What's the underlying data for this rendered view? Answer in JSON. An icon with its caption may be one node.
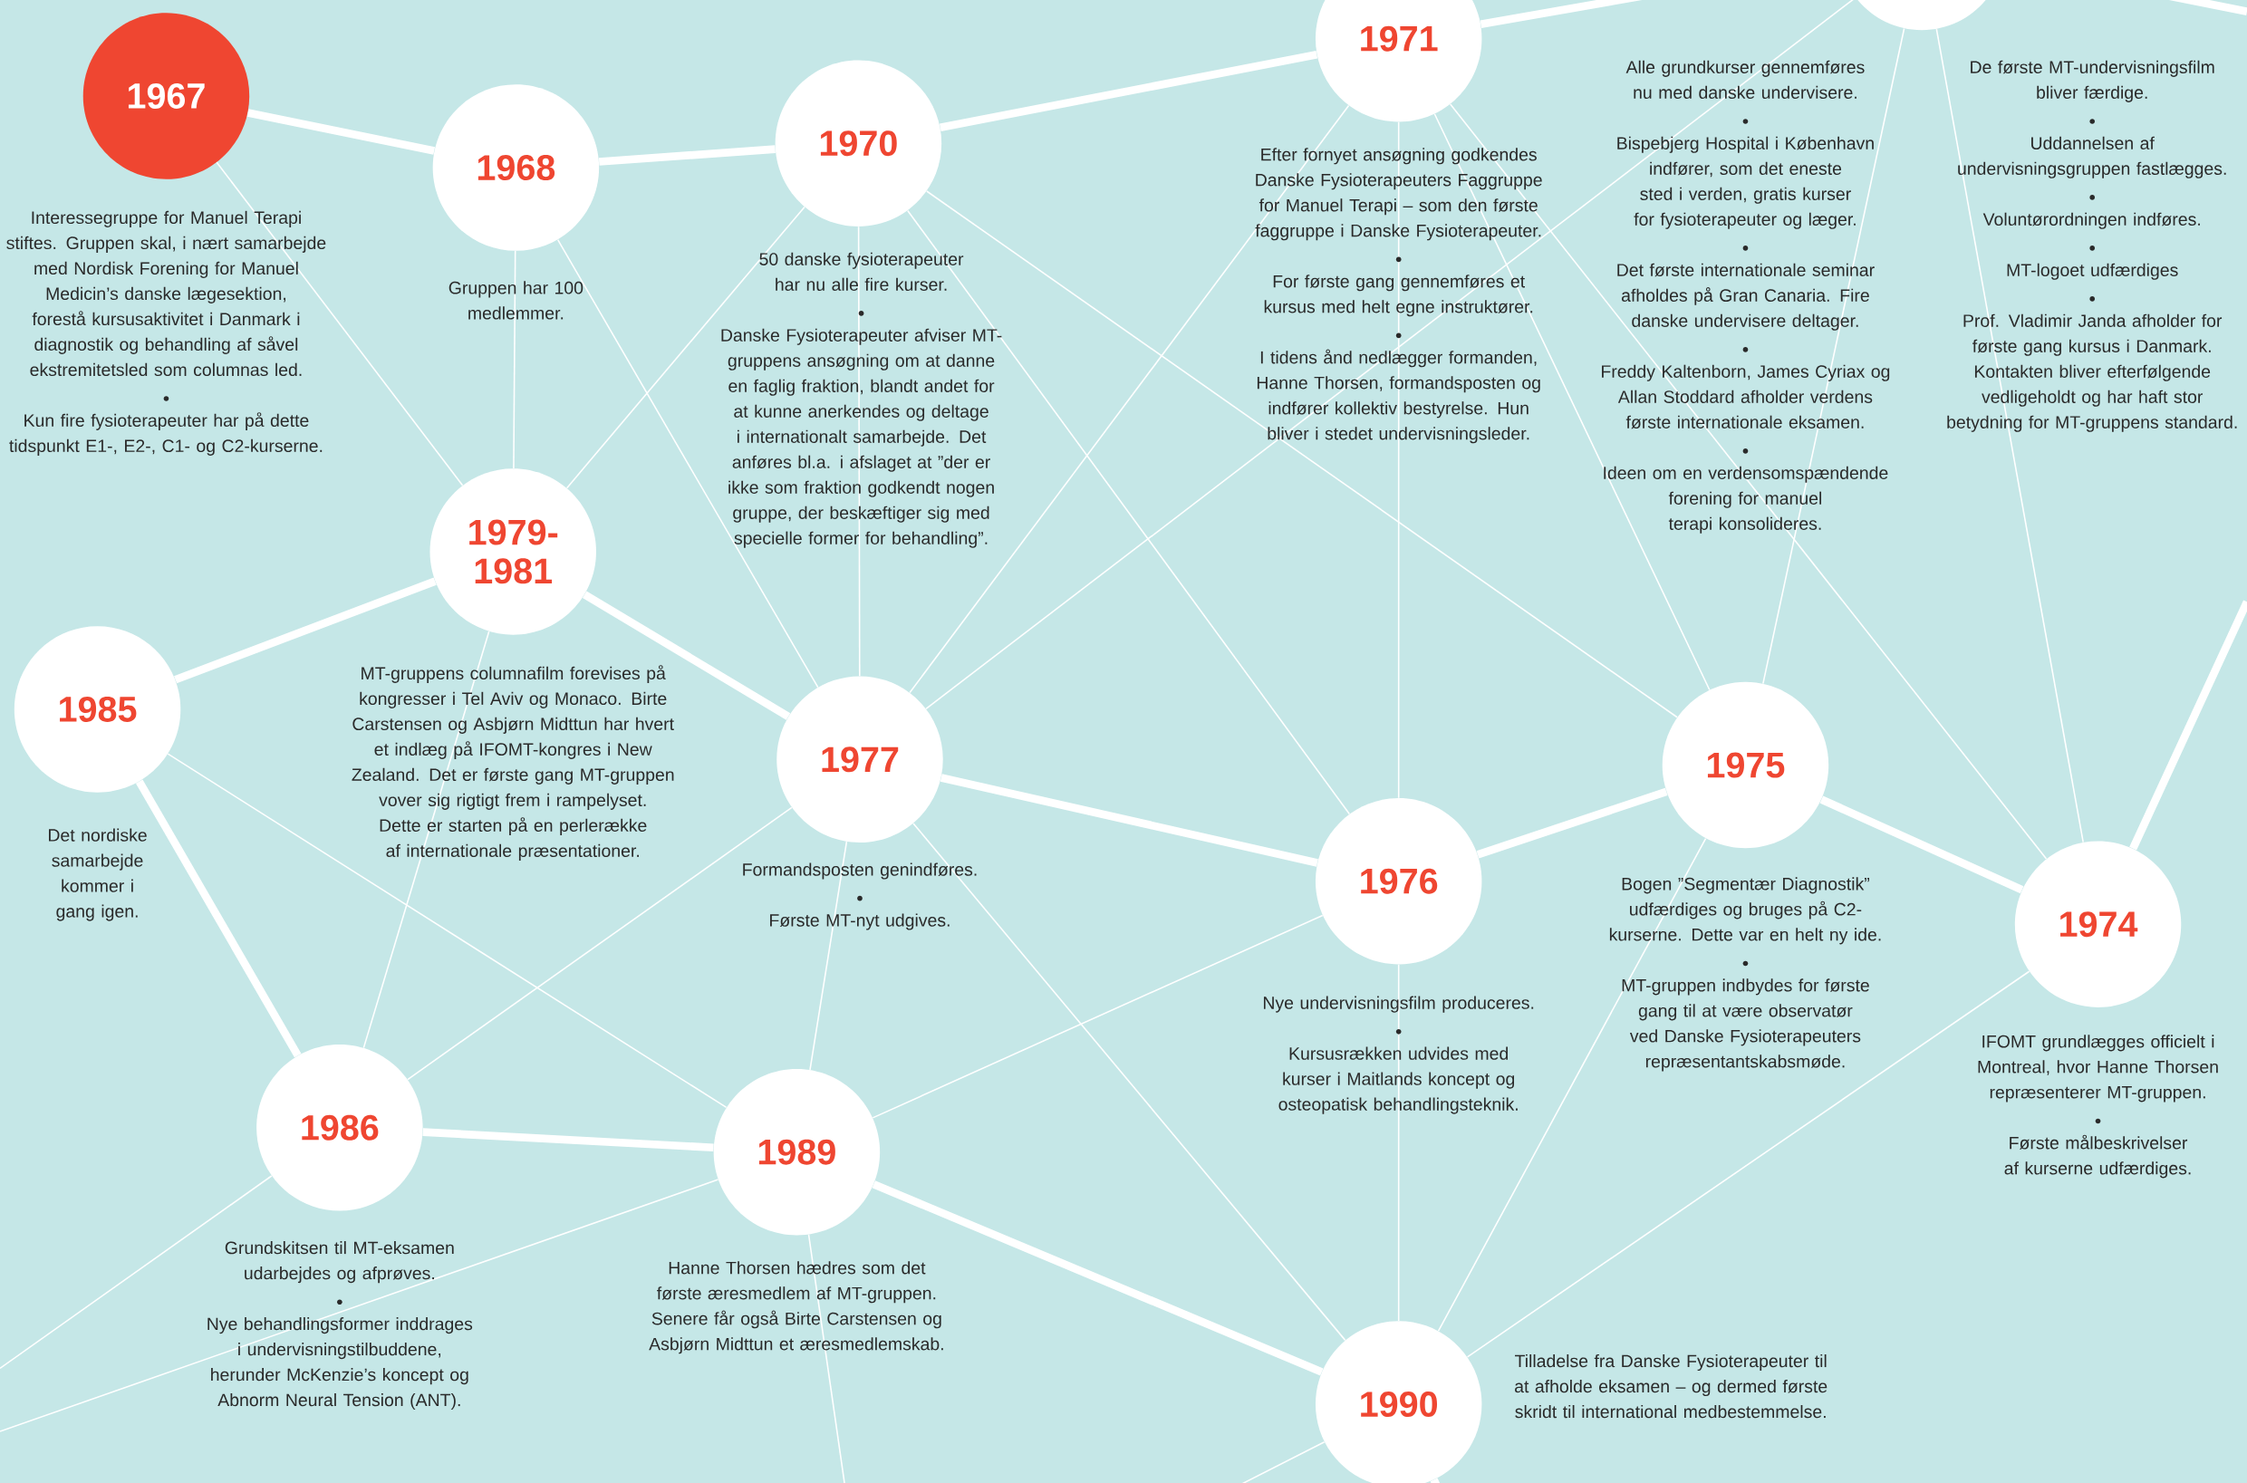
{
  "diagram": {
    "nodes": [
      {
        "text": [
          "1967"
        ],
        "beside": [
          "Interessegruppe for Manuel Terapi stiftes. Gruppen skal, i nært samarbejde med Nordisk Forening for Manuel Medicin’s danske lægesektion, forestå kursusaktivitet i Danmark i diagnostik og behandling af såvel ekstremitetsled som columnas led.",
          "Kun fire fysioterapeuter har på dette tidspunkt E1-, E2-, C1- og C2-kurserne."
        ]
      },
      {
        "text": [
          "1968"
        ],
        "beside": [
          "Gruppen har 100 medlemmer."
        ]
      },
      {
        "text": [
          "1970"
        ],
        "beside": [
          "50 danske fysioterapeuter har nu alle fire kurser.",
          "Danske Fysioterapeuter afviser MT-gruppens ansøgning om at danne en faglig fraktion, blandt andet for at kunne anerkendes og deltage i internationalt samarbejde. Det anføres bl.a. i afslaget at ”der er ikke som fraktion godkendt nogen gruppe, der beskæftiger sig med specielle former for behandling”."
        ]
      },
      {
        "text": [
          "1971"
        ],
        "beside": [
          "Efter fornyet ansøgning godkendes Danske Fysioterapeuters Faggruppe for Manuel Terapi – som den første faggruppe i Danske Fysioterapeuter.",
          "For første gang gennemføres et kursus med helt egne instruktører.",
          "I tidens ånd nedlægger formanden, Hanne Thorsen, formandsposten og indfører kollektiv bestyrelse. Hun bliver i stedet undervisningsleder."
        ]
      },
      {
        "text": [],
        "shape": "circle",
        "beside": [
          "Alle grundkurser gennemføres nu med danske undervisere.",
          "Bispebjerg Hospital i København indfører, som det eneste sted i verden, gratis kurser for fysioterapeuter og læger.",
          "Det første internationale seminar afholdes på Gran Canaria. Fire danske undervisere deltager.",
          "Freddy Kaltenborn, James Cyriax og Allan Stoddard afholder verdens første internationale eksamen.",
          "Ideen om en verdensomspændende forening for manuel terapi konsolideres."
        ]
      },
      {
        "text": [
          "1979-1981"
        ],
        "beside": [
          "MT-gruppens columnafilm forevises på kongresser i Tel Aviv og Monaco. Birte Carstensen og Asbjørn Midttun har hvert et indlæg på IFOMT-kongres i New Zealand. Det er første gang MT-gruppen vover sig rigtigt frem i rampelyset. Dette er starten på en perlerække af internationale præsentationer."
        ]
      },
      {
        "text": [
          "1985"
        ],
        "beside": [
          "Det nordiske samarbejde kommer i gang igen."
        ]
      },
      {
        "text": [
          "1977"
        ],
        "beside": [
          "Formandsposten genindføres.",
          "Første MT-nyt udgives."
        ]
      },
      {
        "text": [
          "1976"
        ],
        "beside": [
          "Nye undervisningsfilm produceres.",
          "Kursusrækken udvides med kurser i Maitlands koncept og osteopatisk behandlingsteknik."
        ]
      },
      {
        "text": [
          "1975"
        ],
        "beside": [
          "Bogen ”Segmentær Diagnostik” udfærdiges og bruges på C2-kurserne. Dette var en helt ny ide.",
          "MT-gruppen indbydes for første gang til at være observatør ved Danske Fysioterapeuters repræsentantskabsmøde."
        ]
      },
      {
        "text": [
          "1974"
        ],
        "beside": [
          "IFOMT grundlægges officielt i Montreal, hvor Hanne Thorsen repræsenterer MT-gruppen.",
          "Første målbeskrivelser af kurserne udfærdiges."
        ]
      },
      {
        "text": [
          "1986"
        ],
        "beside": [
          "Grundskitsen til MT-eksamen udarbejdes og afprøves.",
          "Nye behandlingsformer inddrages i undervisningstilbuddene, herunder McKenzie’s koncept og Abnorm Neural Tension (ANT)."
        ]
      },
      {
        "text": [
          "1989"
        ],
        "beside": [
          "Hanne Thorsen hædres som det første æresmedlem af MT-gruppen. Senere får også Birte Carstensen og Asbjørn Midttun et æresmedlemskab."
        ]
      },
      {
        "text": [
          "1990"
        ],
        "beside": [
          "Tilladelse fra Danske Fysioterapeuter til at afholde eksamen – og dermed første skridt til international medbestemmelse."
        ]
      }
    ],
    "edges": [
      {
        "from": 0,
        "to": 1,
        "arrow": "none",
        "style": "thick"
      },
      {
        "from": 1,
        "to": 2,
        "arrow": "none",
        "style": "thick"
      },
      {
        "from": 2,
        "to": 3,
        "arrow": "none",
        "style": "thick"
      },
      {
        "from": 3,
        "to": 4,
        "arrow": "none",
        "style": "thick"
      },
      {
        "from": 4,
        "to": null,
        "arrow": "none",
        "style": "thick"
      },
      {
        "from": 6,
        "to": 5,
        "arrow": "none",
        "style": "thick"
      },
      {
        "from": 5,
        "to": 7,
        "arrow": "none",
        "style": "thick"
      },
      {
        "from": 6,
        "to": 11,
        "arrow": "none",
        "style": "thick"
      },
      {
        "from": 11,
        "to": 12,
        "arrow": "none",
        "style": "thick"
      },
      {
        "from": 12,
        "to": 13,
        "arrow": "none",
        "style": "thick"
      },
      {
        "from": 7,
        "to": 8,
        "arrow": "none",
        "style": "thick"
      },
      {
        "from": 8,
        "to": 9,
        "arrow": "none",
        "style": "thick"
      },
      {
        "from": 9,
        "to": 10,
        "arrow": "none",
        "style": "thick"
      },
      {
        "from": 10,
        "to": null,
        "arrow": "none",
        "style": "thick"
      },
      {
        "from": 13,
        "to": null,
        "arrow": "none",
        "style": "thick"
      },
      {
        "from": 0,
        "to": 5,
        "arrow": "none"
      },
      {
        "from": 1,
        "to": 5,
        "arrow": "none"
      },
      {
        "from": 1,
        "to": 7,
        "arrow": "none"
      },
      {
        "from": 2,
        "to": 5,
        "arrow": "none"
      },
      {
        "from": 2,
        "to": 7,
        "arrow": "none"
      },
      {
        "from": 2,
        "to": 8,
        "arrow": "none"
      },
      {
        "from": 2,
        "to": 9,
        "arrow": "none"
      },
      {
        "from": 3,
        "to": 7,
        "arrow": "none"
      },
      {
        "from": 3,
        "to": 8,
        "arrow": "none"
      },
      {
        "from": 3,
        "to": 9,
        "arrow": "none"
      },
      {
        "from": 3,
        "to": 10,
        "arrow": "none"
      },
      {
        "from": 7,
        "to": 4,
        "arrow": "none"
      },
      {
        "from": 4,
        "to": 9,
        "arrow": "none"
      },
      {
        "from": 4,
        "to": 10,
        "arrow": "none"
      },
      {
        "from": 5,
        "to": 11,
        "arrow": "none"
      },
      {
        "from": 6,
        "to": 12,
        "arrow": "none"
      },
      {
        "from": 7,
        "to": 11,
        "arrow": "none"
      },
      {
        "from": 7,
        "to": 12,
        "arrow": "none"
      },
      {
        "from": 7,
        "to": 13,
        "arrow": "none"
      },
      {
        "from": 8,
        "to": 12,
        "arrow": "none"
      },
      {
        "from": 8,
        "to": 13,
        "arrow": "none"
      },
      {
        "from": 9,
        "to": 13,
        "arrow": "none"
      },
      {
        "from": 10,
        "to": 13,
        "arrow": "none"
      },
      {
        "from": 11,
        "to": null,
        "arrow": "none"
      },
      {
        "from": 12,
        "to": null,
        "arrow": "none"
      },
      {
        "from": 12,
        "to": null,
        "arrow": "none"
      },
      {
        "from": 13,
        "to": null,
        "arrow": "none"
      }
    ],
    "labels": [
      "De første MT-undervisningsfilm bliver færdige.",
      "Uddannelsen af undervisningsgruppen fastlægges.",
      "Voluntørordningen indføres.",
      "MT-logoet udfærdiges",
      "Prof. Vladimir Janda afholder for første gang kursus i Danmark. Kontakten bliver efterfølgende vedligeholdt og har haft stor betydning for MT-gruppens standard."
    ]
  }
}
